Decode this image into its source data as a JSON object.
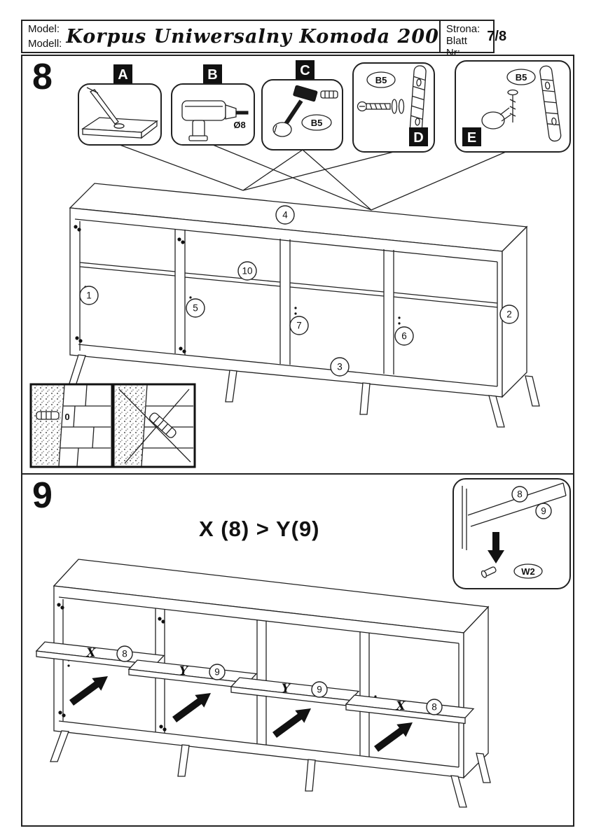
{
  "header": {
    "model_label_line1": "Model:",
    "model_label_line2": "Modell:",
    "title": "Korpus Uniwersalny Komoda 200",
    "page_label_line1": "Strona:",
    "page_label_line2": "Blatt Nr:",
    "page_number": "7/8"
  },
  "step8": {
    "number": "8",
    "callouts": {
      "a": "A",
      "b": "B",
      "c": "C",
      "d": "D",
      "e": "E",
      "drill_diameter": "Ø8",
      "b5_c": "B5",
      "b5_d": "B5",
      "b5_e": "B5"
    },
    "part_labels": {
      "p1": "1",
      "p2": "2",
      "p3": "3",
      "p4": "4",
      "p5": "5",
      "p6": "6",
      "p7": "7",
      "p10": "10"
    },
    "wall_detail_text": "0"
  },
  "step9": {
    "number": "9",
    "rule_text": "X (8) > Y(9)",
    "inset": {
      "top_num": "8",
      "bottom_num": "9",
      "pin_label": "W2"
    },
    "shelves": [
      {
        "letter": "X",
        "num": "8"
      },
      {
        "letter": "Y",
        "num": "9"
      },
      {
        "letter": "Y",
        "num": "9"
      },
      {
        "letter": "X",
        "num": "8"
      }
    ]
  }
}
